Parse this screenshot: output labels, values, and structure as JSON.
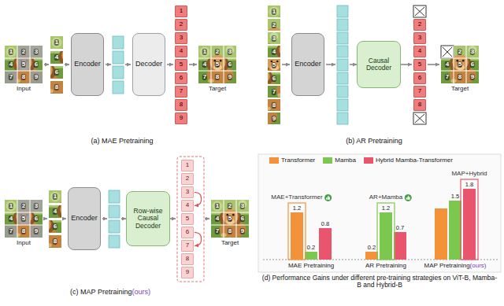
{
  "diagram": {
    "nodes": [
      {
        "text": [
          "Encoder"
        ]
      },
      {
        "text": [
          "Decoder"
        ]
      },
      {
        "text": [
          "1"
        ]
      },
      {
        "text": [
          "2"
        ]
      },
      {
        "text": [
          "3"
        ]
      },
      {
        "text": [
          "4"
        ]
      },
      {
        "text": [
          "5"
        ]
      },
      {
        "text": [
          "6"
        ]
      },
      {
        "text": [
          "7"
        ]
      },
      {
        "text": [
          "8"
        ]
      },
      {
        "text": [
          "9"
        ]
      },
      {
        "text": [
          "Encoder"
        ]
      },
      {
        "text": [
          "Causal Decoder"
        ]
      },
      {
        "text": [
          "2"
        ]
      },
      {
        "text": [
          "3"
        ]
      },
      {
        "text": [
          "4"
        ]
      },
      {
        "text": [
          "5"
        ]
      },
      {
        "text": [
          "6"
        ]
      },
      {
        "text": [
          "7"
        ]
      },
      {
        "text": [
          "8"
        ]
      },
      {
        "text": [
          "Encoder"
        ]
      },
      {
        "text": [
          "Row-wise Causal Decoder"
        ]
      },
      {
        "text": [
          "1"
        ]
      },
      {
        "text": [
          "2"
        ]
      },
      {
        "text": [
          "3"
        ]
      },
      {
        "text": [
          "4"
        ]
      },
      {
        "text": [
          "5"
        ]
      },
      {
        "text": [
          "6"
        ]
      },
      {
        "text": [
          "7"
        ]
      },
      {
        "text": [
          "8"
        ]
      },
      {
        "text": [
          "9"
        ]
      }
    ],
    "edges": [
      {
        "from": 24,
        "to": 25,
        "arrow": "to"
      },
      {
        "from": 27,
        "to": 28,
        "arrow": "to"
      }
    ],
    "labels": [
      "1",
      "2",
      "3",
      "4",
      "5",
      "6",
      "7",
      "8",
      "9",
      "1",
      "4",
      "6",
      "8",
      "Input",
      "1",
      "2",
      "3",
      "4",
      "5",
      "6",
      "7",
      "8",
      "9",
      "Target",
      "(a) MAE Pretraining",
      "1",
      "2",
      "3",
      "4",
      "5",
      "6",
      "7",
      "8",
      "9",
      "2",
      "3",
      "4",
      "5",
      "6",
      "7",
      "8",
      "9",
      "Target",
      "(b) AR Pretraining",
      "1",
      "2",
      "3",
      "4",
      "5",
      "6",
      "7",
      "8",
      "9",
      "1",
      "4",
      "6",
      "8",
      "Input",
      "1",
      "2",
      "3",
      "4",
      "5",
      "6",
      "7",
      "8",
      "9",
      "Target",
      "(c) MAP Pretraining",
      "(ours)",
      "1.2",
      "0.2",
      "0.8",
      "0.2",
      "1.2",
      "0.7",
      "1.5",
      "1.8",
      "MAE+Transformer",
      "AR+Mamba",
      "MAP+Hybrid",
      "MAE Pretraining",
      "AR Pretraining",
      "MAP Pretraining",
      "(ours)",
      "(d) Performance Gains under different pre-training strategies on ViT-B, Mamba-B and Hybrid-B"
    ],
    "legend": [
      {
        "text": "Transformer",
        "color": "#f4923a"
      },
      {
        "text": "Mamba",
        "color": "#7cc84e"
      },
      {
        "text": "Hybrid Mamba-Transformer",
        "color": "#e9556d"
      }
    ]
  }
}
